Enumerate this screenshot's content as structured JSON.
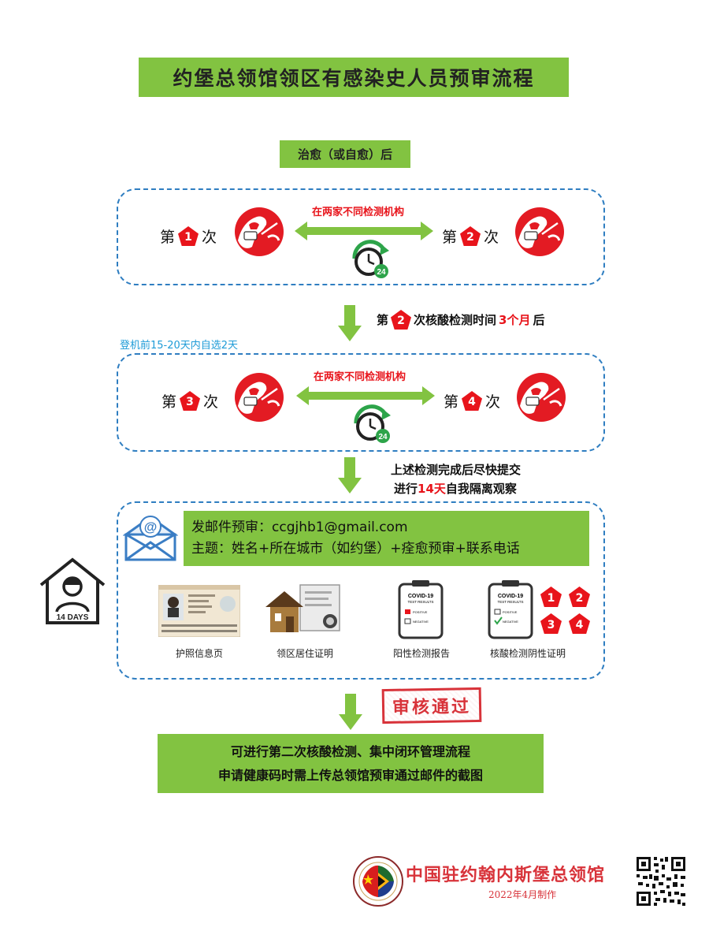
{
  "title": "约堡总领馆领区有感染史人员预审流程",
  "after_recovery": "治愈（或自愈）后",
  "test_block_1": {
    "left_prefix": "第",
    "left_num": "1",
    "left_suffix": "次",
    "right_prefix": "第",
    "right_num": "2",
    "right_suffix": "次",
    "institutions": "在两家不同检测机构",
    "clock_badge": "24"
  },
  "step2_note": {
    "prefix": "第",
    "num": "2",
    "mid": "次核酸检测时间",
    "highlight": "3个月",
    "suffix": "后"
  },
  "boarding_note": "登机前15-20天内自选2天",
  "test_block_2": {
    "left_prefix": "第",
    "left_num": "3",
    "left_suffix": "次",
    "right_prefix": "第",
    "right_num": "4",
    "right_suffix": "次",
    "institutions": "在两家不同检测机构",
    "clock_badge": "24"
  },
  "step3_note": {
    "line1": "上述检测完成后尽快提交",
    "line2_prefix": "进行",
    "line2_highlight": "14天",
    "line2_suffix": "自我隔离观察"
  },
  "email_icon_symbol": "@",
  "email": {
    "line1": "发邮件预审：ccgjhb1@gmail.com",
    "line2": "主题：姓名+所在城市（如约堡）+痊愈预审+联系电话"
  },
  "quarantine_icon_label": "14 DAYS",
  "documents": [
    {
      "caption": "护照信息页"
    },
    {
      "caption": "领区居住证明"
    },
    {
      "caption": "阳性检测报告"
    },
    {
      "caption": "核酸检测阴性证明"
    }
  ],
  "covid_card": {
    "title": "COVID-19",
    "subtitle": "TEST RESULTS",
    "positive": "POSITIVE",
    "negative": "NEGATIVE"
  },
  "test_numbers": [
    "1",
    "2",
    "3",
    "4"
  ],
  "approved_stamp": "审核通过",
  "final": {
    "line1": "可进行第二次核酸检测、集中闭环管理流程",
    "line2": "申请健康码时需上传总领馆预审通过邮件的截图"
  },
  "footer": {
    "name": "中国驻约翰内斯堡总领馆",
    "date": "2022年4月制作"
  },
  "colors": {
    "green": "#82c341",
    "red": "#e8141b",
    "blue_dash": "#2f7ec1",
    "cyan_note": "#1e9bd7"
  }
}
